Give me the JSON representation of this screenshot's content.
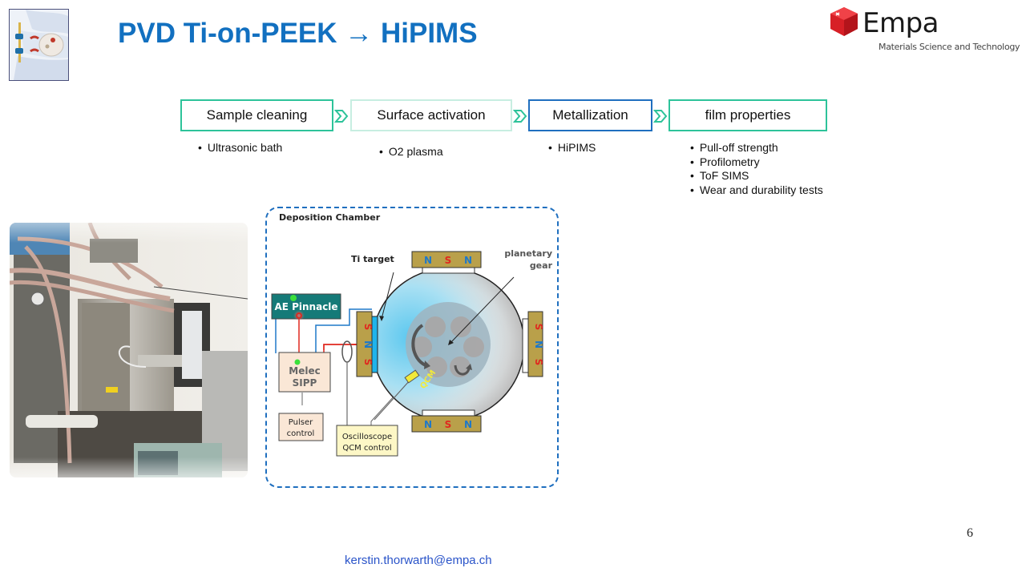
{
  "slide": {
    "title": "PVD Ti-on-PEEK → HiPIMS",
    "page_number": "6",
    "footer_email": "kerstin.thorwarth@empa.ch"
  },
  "logo": {
    "name": "Empa",
    "tagline": "Materials Science and Technology",
    "color": "#e2231a"
  },
  "process": {
    "steps": [
      {
        "label": "Sample cleaning",
        "style": "green",
        "bullets": [
          "Ultrasonic bath"
        ]
      },
      {
        "label": "Surface activation",
        "style": "pale",
        "bullets": [
          "O2 plasma"
        ]
      },
      {
        "label": "Metallization",
        "style": "blue",
        "bullets": [
          "HiPIMS"
        ]
      },
      {
        "label": "film properties",
        "style": "green",
        "bullets": [
          "Pull-off strength",
          "Profilometry",
          "ToF SIMS",
          "Wear and durability tests"
        ]
      }
    ],
    "arrow_color": "#2dc39a"
  },
  "diagram": {
    "title": "Deposition Chamber",
    "ti_target": "Ti target",
    "planetary_gear": "planetary gear",
    "power_supply": "AE Pinnacle",
    "pulser_unit": [
      "Melec",
      "SIPP"
    ],
    "pulser_control": [
      "Pulser",
      "control"
    ],
    "oscilloscope": [
      "Oscilloscope",
      "QCM control"
    ],
    "qcm": "QCM",
    "magnet_top": [
      "N",
      "S",
      "N"
    ],
    "magnet_bottom": [
      "N",
      "S",
      "N"
    ],
    "magnet_left": [
      "S",
      "N",
      "S"
    ],
    "magnet_right": [
      "S",
      "N",
      "S"
    ],
    "colors": {
      "north": "#1f78c8",
      "south": "#e0281f",
      "magnet": "#b9a04a",
      "pinnacle": "#157a78",
      "target": "#1fb4ec"
    }
  }
}
